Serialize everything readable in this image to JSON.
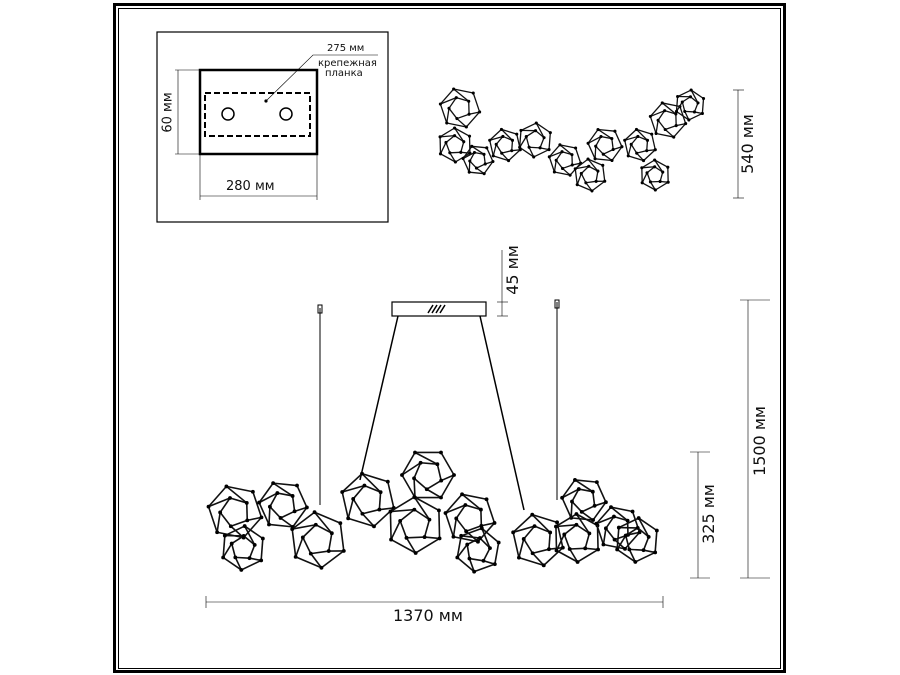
{
  "mount_plate": {
    "width_label": "280 мм",
    "height_label": "60 мм",
    "bracket_size_label": "275 мм",
    "bracket_name_line1": "крепежная",
    "bracket_name_line2": "планка"
  },
  "top_view": {
    "depth_label": "540 мм"
  },
  "front_view": {
    "canopy_height_label": "45 мм",
    "total_height_label": "1500 мм",
    "body_height_label": "325 мм",
    "length_label": "1370 мм"
  }
}
